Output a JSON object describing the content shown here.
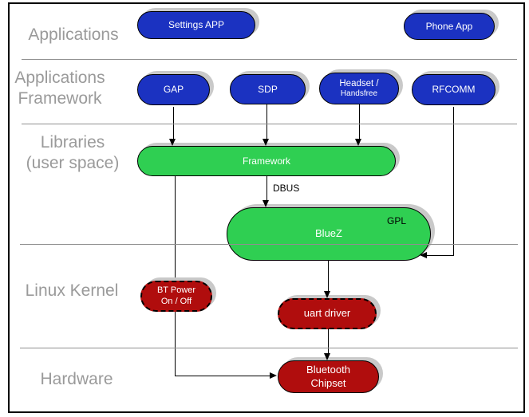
{
  "layers": [
    {
      "lines": [
        "Applications"
      ]
    },
    {
      "lines": [
        "Applications",
        "Framework"
      ]
    },
    {
      "lines": [
        "Libraries",
        "(user space)"
      ]
    },
    {
      "lines": [
        "Linux Kernel"
      ]
    },
    {
      "lines": [
        "Hardware"
      ]
    }
  ],
  "nodes": {
    "settings_app": {
      "label": "Settings APP"
    },
    "phone_app": {
      "label": "Phone App"
    },
    "gap": {
      "label": "GAP"
    },
    "sdp": {
      "label": "SDP"
    },
    "headset": {
      "lines": [
        "Headset /",
        "Handsfree"
      ]
    },
    "rfcomm": {
      "label": "RFCOMM"
    },
    "framework": {
      "label": "Framework"
    },
    "bluez": {
      "label": "BlueZ",
      "badge": "GPL"
    },
    "bt_power": {
      "lines": [
        "BT Power",
        "On / Off"
      ]
    },
    "uart_driver": {
      "label": "uart driver"
    },
    "bluetooth_chipset": {
      "lines": [
        "Bluetooth",
        "Chipset"
      ]
    }
  },
  "edge_labels": {
    "dbus": "DBUS"
  },
  "colors": {
    "app_node_blue": "#1b32c1",
    "library_node_green": "#2fcf52",
    "kernel_node_red": "#b00d0d",
    "node_text": "#ffffff",
    "layer_label_gray": "#9a9a9a",
    "divider_gray": "#8f8f8f",
    "shadow_gray": "#c9c9c9",
    "connector_black": "#000000"
  }
}
